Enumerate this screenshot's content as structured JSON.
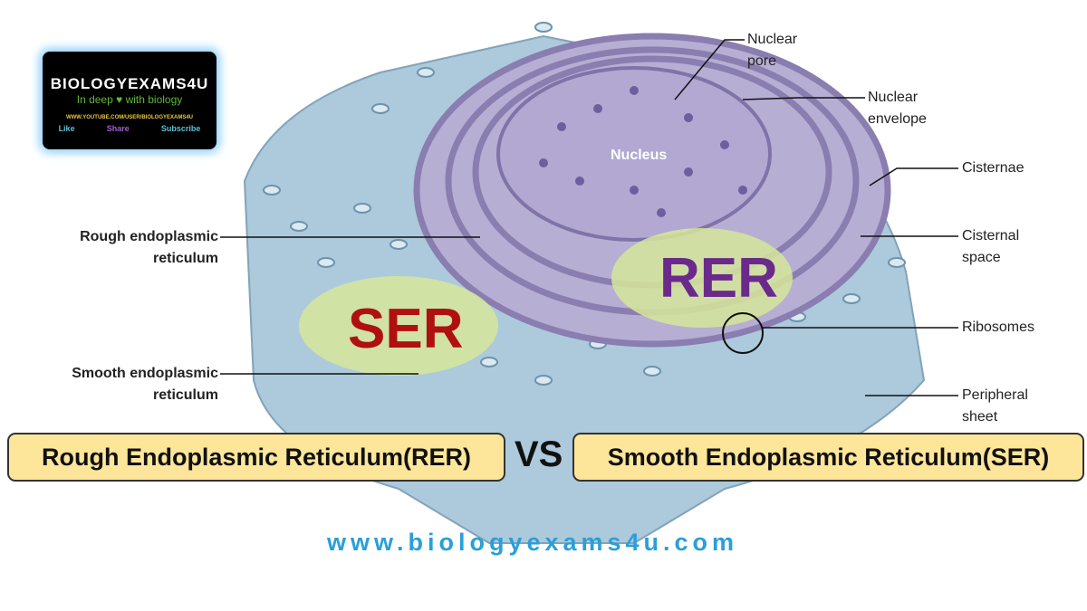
{
  "logo": {
    "title": "BIOLOGYEXAMS4U",
    "tagline": "In deep ♥ with biology",
    "url": "WWW.YOUTUBE.COM/USER/BIOLOGYEXAMS4U",
    "actions": [
      "Like",
      "Share",
      "Subscribe"
    ]
  },
  "labels": {
    "nuclear_pore": [
      "Nuclear",
      "pore"
    ],
    "nuclear_envelope": [
      "Nuclear",
      "envelope"
    ],
    "nucleus": "Nucleus",
    "cisternae": "Cisternae",
    "cisternal_space": [
      "Cisternal",
      "space"
    ],
    "ribosomes": "Ribosomes",
    "peripheral_sheet": [
      "Peripheral",
      "sheet"
    ],
    "rough_er": [
      "Rough endoplasmic",
      "reticulum"
    ],
    "smooth_er": [
      "Smooth endoplasmic",
      "reticulum"
    ]
  },
  "highlights": {
    "rer": "RER",
    "ser": "SER"
  },
  "comparison": {
    "left": "Rough Endoplasmic Reticulum(RER)",
    "vs": "VS",
    "right": "Smooth Endoplasmic Reticulum(SER)"
  },
  "website": "www.biologyexams4u.com",
  "colors": {
    "rer_text": "#6a2a8c",
    "ser_text": "#b01010",
    "box": "#fde69a",
    "url": "#2a9fd8"
  }
}
